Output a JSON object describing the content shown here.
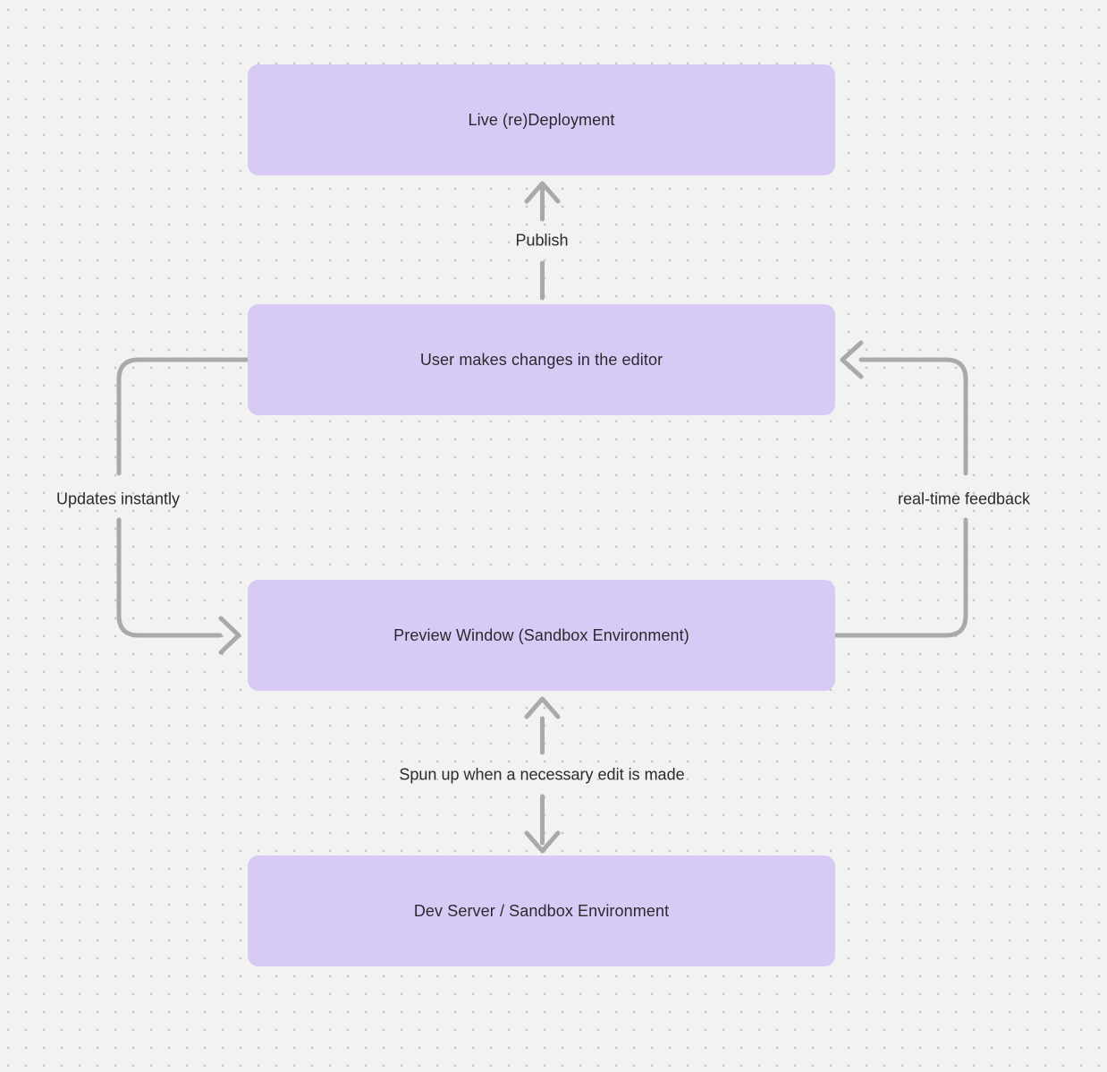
{
  "diagram": {
    "type": "flowchart",
    "background_pattern": "dot-grid",
    "nodes": [
      {
        "id": "live-redeployment",
        "label": "Live (re)Deployment"
      },
      {
        "id": "user-editor",
        "label": "User makes changes in the editor"
      },
      {
        "id": "preview-window",
        "label": "Preview Window (Sandbox Environment)"
      },
      {
        "id": "dev-server",
        "label": "Dev Server / Sandbox Environment"
      }
    ],
    "edges": [
      {
        "from": "user-editor",
        "to": "live-redeployment",
        "label": "Publish",
        "style": "straight-vertical",
        "direction": "up"
      },
      {
        "from": "user-editor",
        "to": "preview-window",
        "label": "Updates instantly",
        "style": "left-loop",
        "direction": "down-then-right"
      },
      {
        "from": "preview-window",
        "to": "user-editor",
        "label": "real-time feedback",
        "style": "right-loop",
        "direction": "up-then-left"
      },
      {
        "from": "preview-window",
        "to": "dev-server",
        "label": "Spun up when a necessary edit is made",
        "style": "straight-vertical",
        "direction": "bidirectional"
      }
    ],
    "colors": {
      "background": "#F2F2F1",
      "grid_dot": "#C6C6C6",
      "node_fill": "#D7CBF6",
      "node_text": "#2A2A2E",
      "arrow": "#A9A9A9",
      "label_text": "#2B2B2B"
    }
  }
}
